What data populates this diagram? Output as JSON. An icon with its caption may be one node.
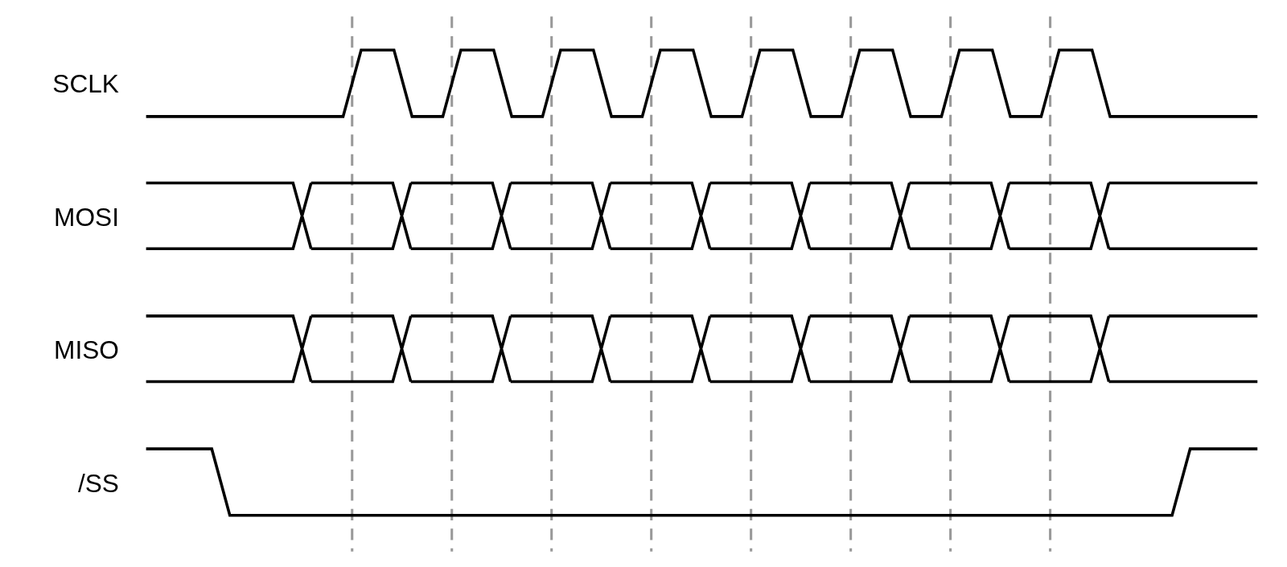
{
  "diagram": {
    "labels": [
      "SCLK",
      "MOSI",
      "MISO",
      "/SS"
    ]
  }
}
